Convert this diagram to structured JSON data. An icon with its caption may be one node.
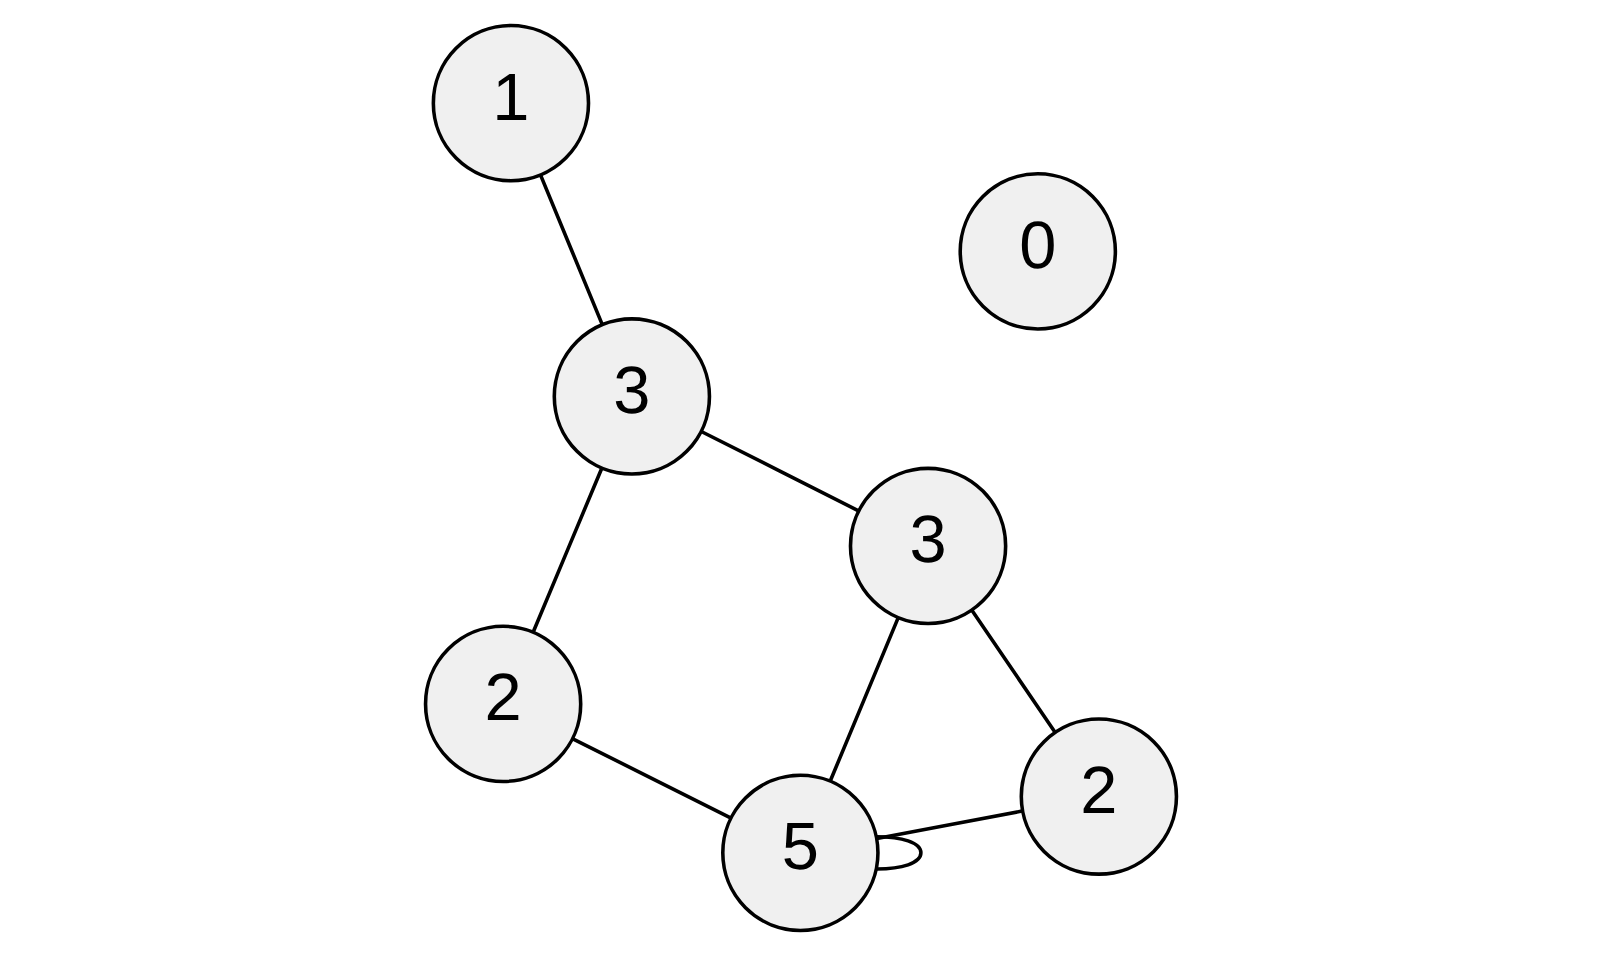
{
  "diagram": {
    "nodes": [
      {
        "text": [
          "1"
        ]
      },
      {
        "text": [
          "3"
        ]
      },
      {
        "text": [
          "2"
        ]
      },
      {
        "text": [
          "3"
        ]
      },
      {
        "text": [
          "5"
        ]
      },
      {
        "text": [
          "0"
        ]
      },
      {
        "text": [
          "2"
        ]
      }
    ],
    "edges": [
      {
        "from": 0,
        "to": 3,
        "arrow": "none"
      },
      {
        "from": 3,
        "to": 1,
        "arrow": "none"
      },
      {
        "from": 1,
        "to": 2,
        "arrow": "none"
      },
      {
        "from": 1,
        "to": 4,
        "arrow": "none"
      },
      {
        "from": 2,
        "to": 4,
        "arrow": "none"
      },
      {
        "from": 3,
        "to": 6,
        "arrow": "none"
      },
      {
        "from": 6,
        "to": 4,
        "arrow": "none"
      },
      {
        "from": 4,
        "to": 4,
        "arrow": "none"
      }
    ]
  }
}
